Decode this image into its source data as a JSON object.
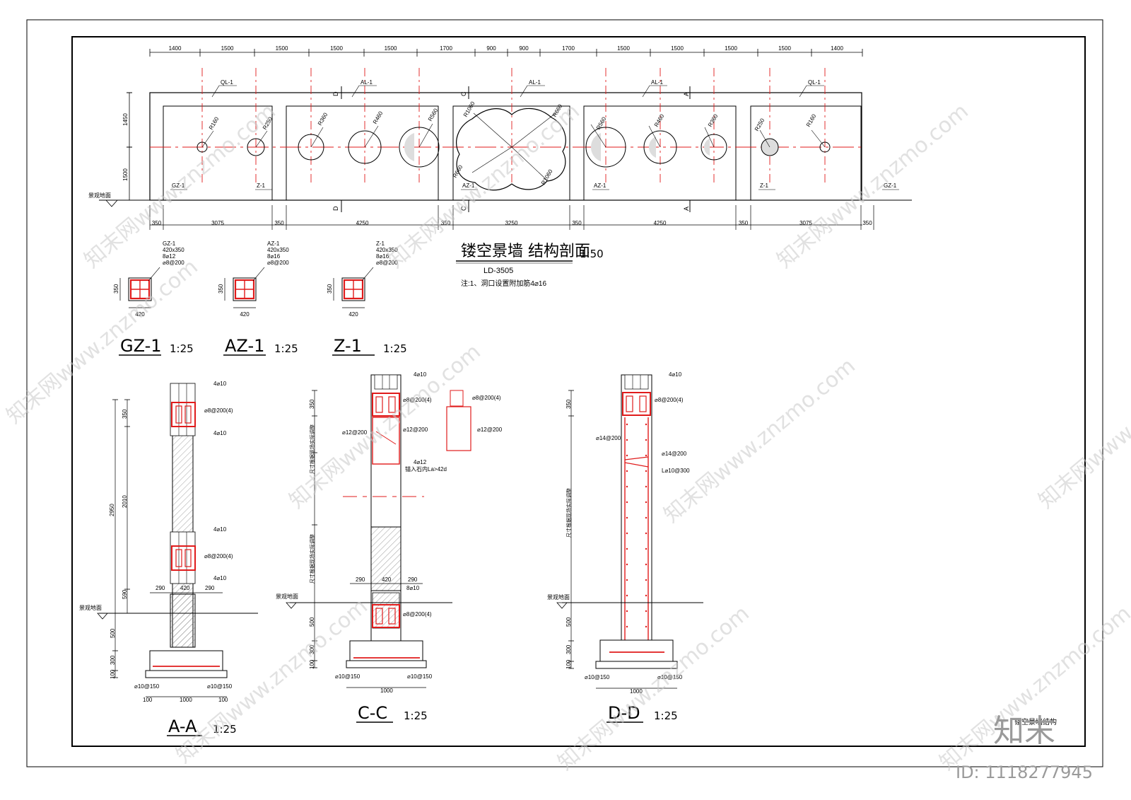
{
  "drawing": {
    "main_title": "镂空景墙 结构剖面",
    "main_scale": "1:50",
    "drawing_no": "LD-3505",
    "note": "注:1、洞口设置附加筋4⌀16",
    "ground_label": "景观地面",
    "top_dims": [
      "1400",
      "1500",
      "1500",
      "1500",
      "1500",
      "1700",
      "900",
      "900",
      "1700",
      "1500",
      "1500",
      "1500",
      "1500",
      "1400"
    ],
    "bottom_dims": [
      "350",
      "3075",
      "350",
      "4250",
      "350",
      "3250",
      "350",
      "4250",
      "350",
      "3075",
      "350"
    ],
    "height_dims": [
      "1450",
      "1500"
    ],
    "beam_labels": [
      "QL-1",
      "AL-1",
      "AL-1",
      "AL-1",
      "QL-1"
    ],
    "column_labels": [
      "GZ-1",
      "Z-1",
      "AZ-1",
      "AZ-1",
      "Z-1",
      "GZ-1"
    ],
    "section_marks": [
      "D",
      "C",
      "A"
    ],
    "radii": [
      "R160",
      "R250",
      "R360",
      "R460",
      "R560",
      "R1060",
      "R660",
      "R560",
      "R460",
      "R360",
      "R250",
      "R160",
      "R660",
      "R1060"
    ]
  },
  "columns": [
    {
      "name": "GZ-1",
      "size": "420x350",
      "main_bar": "8⌀12",
      "stirrup": "⌀8@200",
      "dim_w": "420",
      "dim_h": "350",
      "title": "GZ-1",
      "scale": "1:25"
    },
    {
      "name": "AZ-1",
      "size": "420x350",
      "main_bar": "8⌀16",
      "stirrup": "⌀8@200",
      "dim_w": "420",
      "dim_h": "350",
      "title": "AZ-1",
      "scale": "1:25"
    },
    {
      "name": "Z-1",
      "size": "420x350",
      "main_bar": "8⌀16",
      "stirrup": "⌀8@200",
      "dim_w": "420",
      "dim_h": "350",
      "title": "Z-1",
      "scale": "1:25"
    }
  ],
  "sections": {
    "aa": {
      "title": "A-A",
      "scale": "1:25",
      "v_dims": [
        "350",
        "2010",
        "590",
        "500",
        "300",
        "100",
        "2950"
      ],
      "notes": [
        "4⌀10",
        "⌀8@200(4)",
        "4⌀10",
        "4⌀10",
        "⌀8@200(4)",
        "4⌀10"
      ],
      "base_notes": [
        "⌀10@150",
        "⌀10@150"
      ],
      "h_dims": [
        "290",
        "420",
        "290"
      ],
      "base_w": "1000",
      "edge": "100"
    },
    "cc": {
      "title": "C-C",
      "scale": "1:25",
      "v_dims": [
        "350",
        "500",
        "300",
        "100"
      ],
      "notes": [
        "4⌀10",
        "⌀8@200(4)",
        "⌀12@200",
        "⌀12@200",
        "4⌀12",
        "锚入石内La>42d",
        "8⌀10",
        "⌀8@200(4)"
      ],
      "side_label": "尺寸根据现场实际调整",
      "detail_notes": [
        "⌀8@200(4)",
        "⌀12@200"
      ],
      "base_notes": [
        "⌀10@150",
        "⌀10@150"
      ],
      "h_dims": [
        "290",
        "420",
        "290"
      ],
      "base_w": "1000"
    },
    "dd": {
      "title": "D-D",
      "scale": "1:25",
      "v_dims": [
        "350",
        "500",
        "300",
        "100"
      ],
      "notes": [
        "4⌀10",
        "⌀8@200(4)",
        "⌀14@200",
        "⌀14@200",
        "L⌀10@300"
      ],
      "side_label": "尺寸根据现场实际调整",
      "base_notes": [
        "⌀10@150",
        "⌀10@150"
      ],
      "base_w": "1000"
    }
  },
  "title_block": {
    "label": "镂空景墙结构"
  },
  "watermark": {
    "text": "知末网www.znzmo.com",
    "brand": "知末",
    "id": "ID: 1118277945"
  },
  "colors": {
    "rebar": "#e01b1b",
    "line": "#000000",
    "hatch": "#555555"
  }
}
